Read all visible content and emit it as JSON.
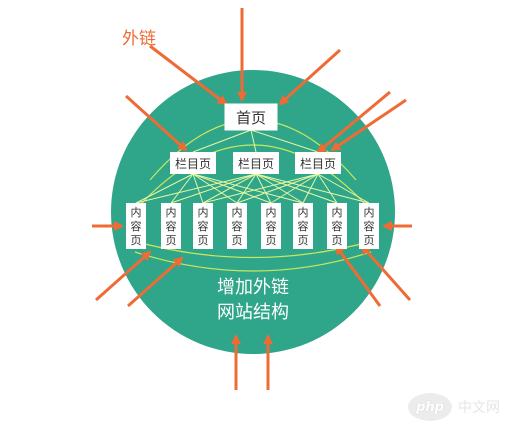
{
  "diagram": {
    "external_label": "外链",
    "home": "首页",
    "columns": [
      "栏目页",
      "栏目页",
      "栏目页"
    ],
    "contents": [
      "内容页",
      "内容页",
      "内容页",
      "内容页",
      "内容页",
      "内容页",
      "内容页",
      "内容页"
    ],
    "caption_line1": "增加外链",
    "caption_line2": "网站结构",
    "colors": {
      "circle": "#2fa589",
      "arrow": "#ef6b35",
      "link_line": "#d7ef5a",
      "node_fill": "#ffffff",
      "label": "#ef6b35",
      "caption": "#ffffff"
    }
  },
  "watermark": {
    "logo": "php",
    "text": "中文网"
  }
}
